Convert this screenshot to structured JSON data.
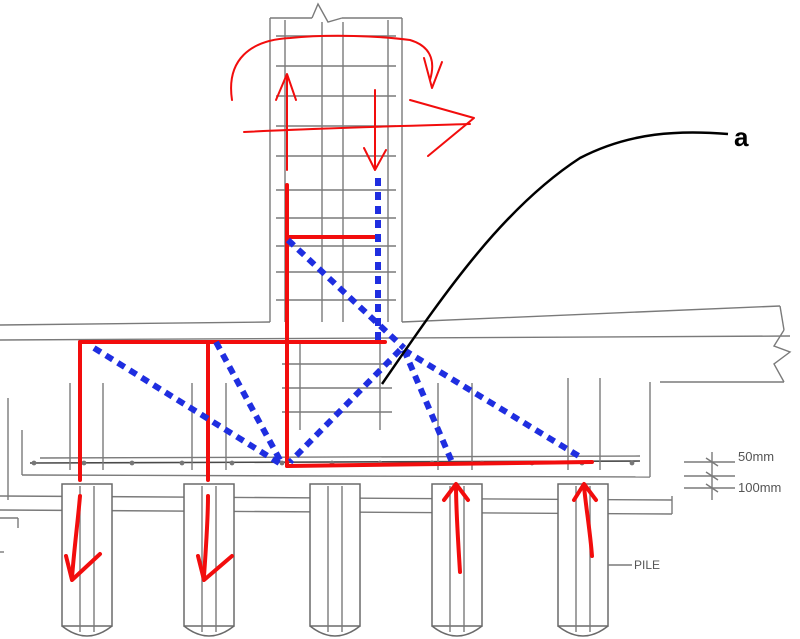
{
  "annotation": {
    "letter": "a"
  },
  "dimensions": {
    "cover_top": "50mm",
    "cover_bottom": "100mm"
  },
  "labels": {
    "pile": "PILE"
  },
  "colors": {
    "red": "#f20d0d",
    "blue": "#1f2ee0",
    "leader": "#000000",
    "drawing": "#7a7a7a"
  }
}
